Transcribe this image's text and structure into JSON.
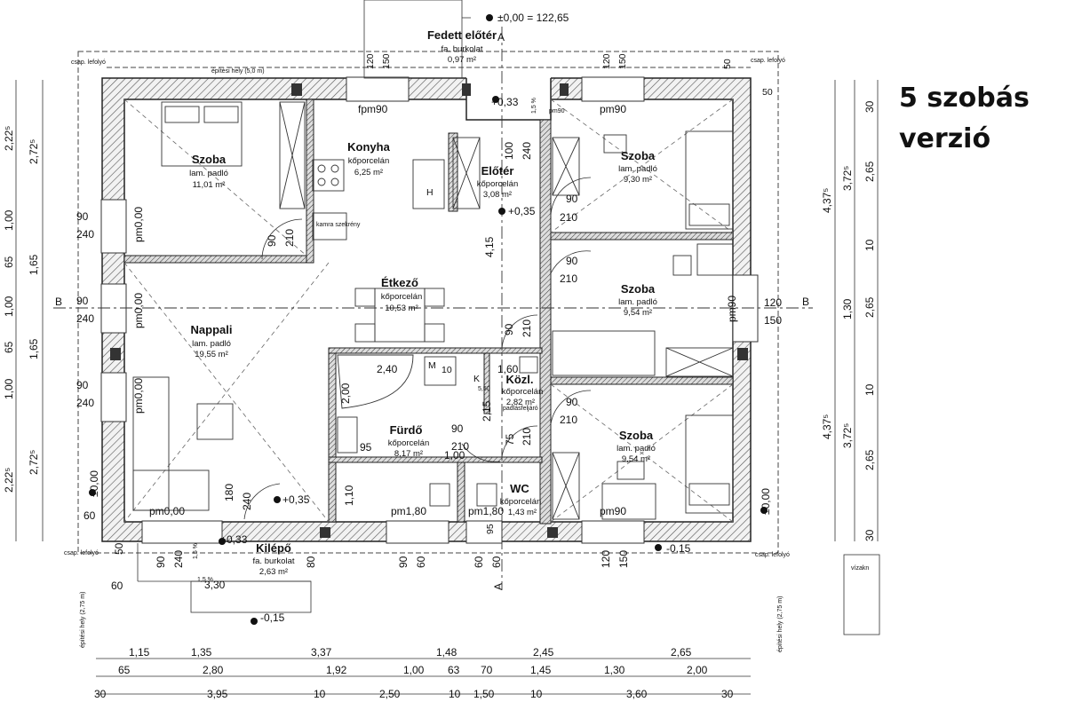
{
  "caption": {
    "line1": "5 szobás",
    "line2": "verzió"
  },
  "levels": {
    "top_level": "±0,00 = 122,65",
    "entry_level": "+0,33",
    "hall_level": "+0,35",
    "outside_level": "+0,35",
    "kilepo_level": "+0,33",
    "bottom_level": "-0,15",
    "right_level": "-0,15",
    "zero_left": "±0,00",
    "zero_right": "±0,00"
  },
  "labels": {
    "epitesi_hely_top": "építési hely (5,0 m)",
    "epitesi_hely_left": "építési hely (2,75 m)",
    "epitesi_hely_right": "építési hely (2,75 m)",
    "csap_top_left": "csap. lefolyó",
    "csap_top_right": "csap. lefolyó",
    "csap_bottom_left": "csap. lefolyó",
    "csap_bottom_right": "csap. lefolyó",
    "vizakna": "vízakn",
    "kamra": "kamra szekrény",
    "padlasfeljaro": "padlásfeljáró",
    "hood": "H",
    "mosogep": "M",
    "kazan": "K",
    "section_a_top": "A",
    "section_a_bottom": "A",
    "section_b_left": "B",
    "section_b_right": "B",
    "slope1": "1,5 %",
    "slope2": "1,5 %"
  },
  "rooms": {
    "fedett": {
      "name": "Fedett előtér",
      "floor": "fa. burkolat",
      "area": "0,97 m²"
    },
    "szoba1": {
      "name": "Szoba",
      "floor": "lam. padló",
      "area": "11,01 m²"
    },
    "konyha": {
      "name": "Konyha",
      "floor": "kőporcelán",
      "area": "6,25 m²"
    },
    "eloter": {
      "name": "Előtér",
      "floor": "kőporcelán",
      "area": "3,08 m²"
    },
    "szoba2": {
      "name": "Szoba",
      "floor": "lam. padló",
      "area": "9,30 m²"
    },
    "etkezo": {
      "name": "Étkező",
      "floor": "kőporcelán",
      "area": "10,53 m²"
    },
    "szoba3": {
      "name": "Szoba",
      "floor": "lam. padló",
      "area": "9,54 m²"
    },
    "nappali": {
      "name": "Nappali",
      "floor": "lam. padló",
      "area": "19,55 m²"
    },
    "kozl": {
      "name": "Közl.",
      "floor": "kőporcelán",
      "area": "2,82 m²"
    },
    "furdo": {
      "name": "Fürdő",
      "floor": "kőporcelán",
      "area": "8,17 m²"
    },
    "szoba4": {
      "name": "Szoba",
      "floor": "lam. padló",
      "area": "9,54 m²"
    },
    "wc": {
      "name": "WC",
      "floor": "kőporcelán",
      "area": "1,43 m²"
    },
    "kilepo": {
      "name": "Kilépő",
      "floor": "fa. burkolat",
      "area": "2,63 m²"
    }
  },
  "openings": {
    "pm90_a": "pm90",
    "pm90_b": "pm90",
    "pm90_c": "pm90",
    "pm90_d": "pm90",
    "pm0_a": "pm0,00",
    "pm0_b": "pm0,00",
    "pm0_c": "pm0,00",
    "pm0_d": "pm0,00",
    "pm180_a": "pm1,80",
    "pm180_b": "pm1,80",
    "fpm90": "fpm90"
  },
  "dims_bottom_row1": [
    "1,15",
    "1,35",
    "3,37",
    "1,48",
    "2,45",
    "2,65"
  ],
  "dims_bottom_row2": [
    "65",
    "2,80",
    "1,92",
    "1,00",
    "63",
    "70",
    "1,45",
    "1,30",
    "2,00"
  ],
  "dims_bottom_row3": [
    "30",
    "3,95",
    "10",
    "2,50",
    "10",
    "1,50",
    "10",
    "3,60",
    "30"
  ],
  "dims_left_outer": [
    "2,22⁵",
    "1,00",
    "65",
    "1,00",
    "65",
    "1,00",
    "2,22⁵"
  ],
  "dims_left_inner": [
    "2,72⁵",
    "1,65",
    "1,65",
    "2,72⁵"
  ],
  "dims_right_outer": [
    "30",
    "2,65",
    "10",
    "2,65",
    "10",
    "2,65",
    "30"
  ],
  "dims_right_mid": [
    "3,72⁵",
    "1,30",
    "3,72⁵"
  ],
  "dims_right_inner": [
    "4,37⁵",
    "4,37⁵"
  ],
  "misc_dims": {
    "top_120a": "120",
    "top_150a": "150",
    "top_120b": "120",
    "top_150b": "150",
    "top_50a": "50",
    "top_50b": "50",
    "w90_1": "90",
    "w240_1": "240",
    "w90_2": "90",
    "w240_2": "240",
    "w90_3": "90",
    "w240_3": "240",
    "d90_210_a": "90",
    "d210_a": "210",
    "d90_b": "90",
    "d210_b": "210",
    "d90_c": "90",
    "d210_c": "210",
    "d90_d": "90",
    "d210_d": "210",
    "d100": "100",
    "d240": "240",
    "d415": "4,15",
    "d90_e": "90",
    "d210_e": "210",
    "r120": "120",
    "r150": "150",
    "d160": "1,60",
    "d10": "10",
    "d550": "5,50",
    "d240b": "2,40",
    "d200": "2,00",
    "d215": "2,15",
    "d90_f": "90",
    "d210_f": "210",
    "d100b": "1,00",
    "d95": "95",
    "d75": "75",
    "d210_g": "210",
    "d110": "1,10",
    "d95b": "95",
    "d180": "180",
    "d240c": "240",
    "d60": "60",
    "d60b": "60",
    "b90a": "90",
    "b240": "240",
    "b80": "80",
    "b90b": "90",
    "b60a": "60",
    "b60b": "60",
    "b60c": "60",
    "b120": "120",
    "b150": "150",
    "b50": "50",
    "b330": "3,30",
    "b15": "1,5 %"
  }
}
